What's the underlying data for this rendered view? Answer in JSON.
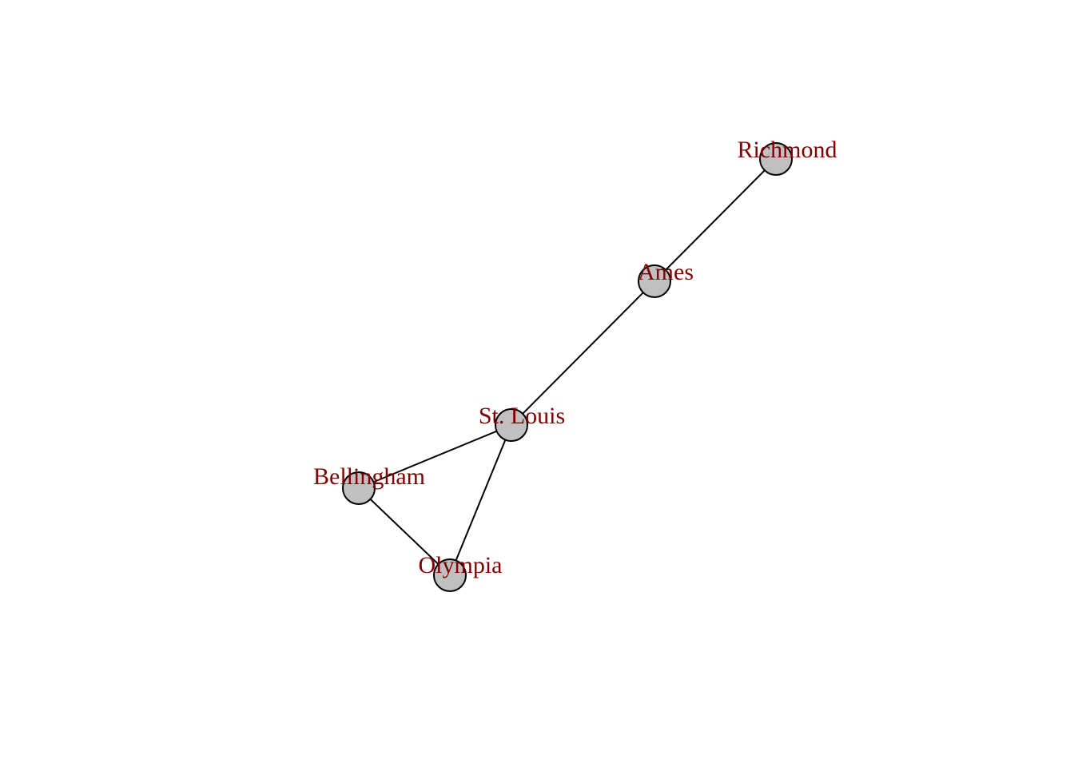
{
  "graph": {
    "nodes": [
      {
        "id": "richmond",
        "label": "Richmond"
      },
      {
        "id": "ames",
        "label": "Ames"
      },
      {
        "id": "stlouis",
        "label": "St. Louis"
      },
      {
        "id": "bellingham",
        "label": "Bellingham"
      },
      {
        "id": "olympia",
        "label": "Olympia"
      }
    ],
    "edges": [
      {
        "from": "richmond",
        "to": "ames"
      },
      {
        "from": "ames",
        "to": "stlouis"
      },
      {
        "from": "stlouis",
        "to": "bellingham"
      },
      {
        "from": "stlouis",
        "to": "olympia"
      },
      {
        "from": "bellingham",
        "to": "olympia"
      }
    ]
  },
  "colors": {
    "node_fill": "#c0c0c0",
    "node_stroke": "#000000",
    "edge": "#000000",
    "label": "#800000"
  }
}
